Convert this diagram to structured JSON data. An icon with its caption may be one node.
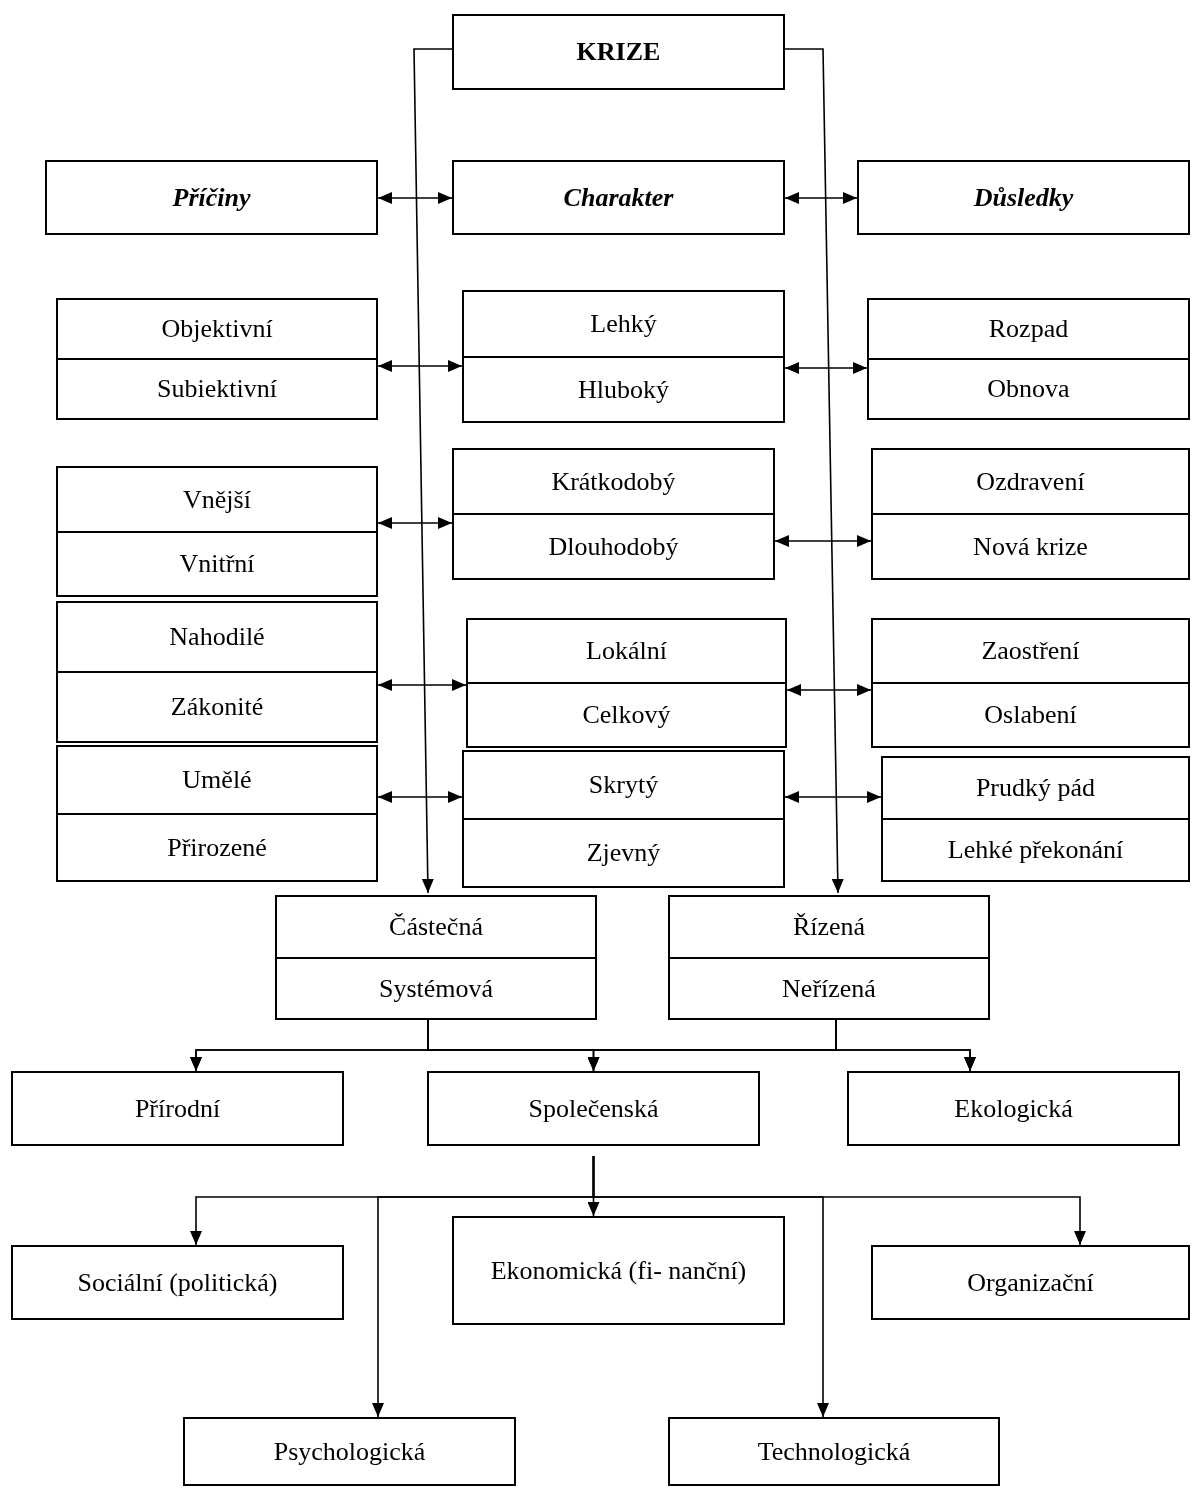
{
  "diagram": {
    "nodes": [
      {
        "text": [
          "KRIZE"
        ]
      },
      {
        "text": [
          "Příčiny"
        ]
      },
      {
        "text": [
          "Charakter"
        ]
      },
      {
        "text": [
          "Důsledky"
        ]
      },
      {
        "text": [
          "Objektivní",
          "Subiektivní"
        ]
      },
      {
        "text": [
          "Lehký",
          "Hluboký"
        ]
      },
      {
        "text": [
          "Rozpad",
          "Obnova"
        ]
      },
      {
        "text": [
          "Vnější",
          "Vnitřní"
        ]
      },
      {
        "text": [
          "Krátkodobý",
          "Dlouhodobý"
        ]
      },
      {
        "text": [
          "Ozdravení",
          "Nová krize"
        ]
      },
      {
        "text": [
          "Nahodilé",
          "Zákonité"
        ]
      },
      {
        "text": [
          "Lokální",
          "Celkový"
        ]
      },
      {
        "text": [
          "Zaostření",
          "Oslabení"
        ]
      },
      {
        "text": [
          "Umělé",
          "Přirozené"
        ]
      },
      {
        "text": [
          "Skrytý",
          "Zjevný"
        ]
      },
      {
        "text": [
          "Prudký pád",
          "Lehké překonání"
        ]
      },
      {
        "text": [
          "Částečná",
          "Systémová"
        ]
      },
      {
        "text": [
          "Řízená",
          "Neřízená"
        ]
      },
      {
        "text": [
          "Přírodní"
        ]
      },
      {
        "text": [
          "Společenská"
        ]
      },
      {
        "text": [
          "Ekologická"
        ]
      },
      {
        "text": [
          "Sociální (politická)"
        ]
      },
      {
        "text": [
          "Ekonomická (fi- nanční)"
        ]
      },
      {
        "text": [
          "Organizační"
        ]
      },
      {
        "text": [
          "Psychologická"
        ]
      },
      {
        "text": [
          "Technologická"
        ]
      }
    ],
    "edges": [
      {
        "from": 0,
        "to": 16,
        "arrow": "to"
      },
      {
        "from": 0,
        "to": 17,
        "arrow": "to"
      },
      {
        "from": 1,
        "to": 2,
        "arrow": "both"
      },
      {
        "from": 2,
        "to": 3,
        "arrow": "both"
      },
      {
        "from": 4,
        "to": 5,
        "arrow": "both"
      },
      {
        "from": 5,
        "to": 6,
        "arrow": "both"
      },
      {
        "from": 7,
        "to": 8,
        "arrow": "both"
      },
      {
        "from": 8,
        "to": 9,
        "arrow": "both"
      },
      {
        "from": 10,
        "to": 11,
        "arrow": "both"
      },
      {
        "from": 11,
        "to": 12,
        "arrow": "both"
      },
      {
        "from": 13,
        "to": 14,
        "arrow": "both"
      },
      {
        "from": 14,
        "to": 15,
        "arrow": "both"
      },
      {
        "from": 16,
        "to": 18,
        "arrow": "to"
      },
      {
        "from": 16,
        "to": 19,
        "arrow": "to"
      },
      {
        "from": 16,
        "to": 20,
        "arrow": "to"
      },
      {
        "from": 17,
        "to": 18,
        "arrow": "to"
      },
      {
        "from": 17,
        "to": 19,
        "arrow": "to"
      },
      {
        "from": 17,
        "to": 20,
        "arrow": "to"
      },
      {
        "from": 19,
        "to": 21,
        "arrow": "to"
      },
      {
        "from": 19,
        "to": 22,
        "arrow": "to"
      },
      {
        "from": 19,
        "to": 23,
        "arrow": "to"
      },
      {
        "from": 19,
        "to": 24,
        "arrow": "to"
      },
      {
        "from": 19,
        "to": 25,
        "arrow": "to"
      }
    ]
  }
}
